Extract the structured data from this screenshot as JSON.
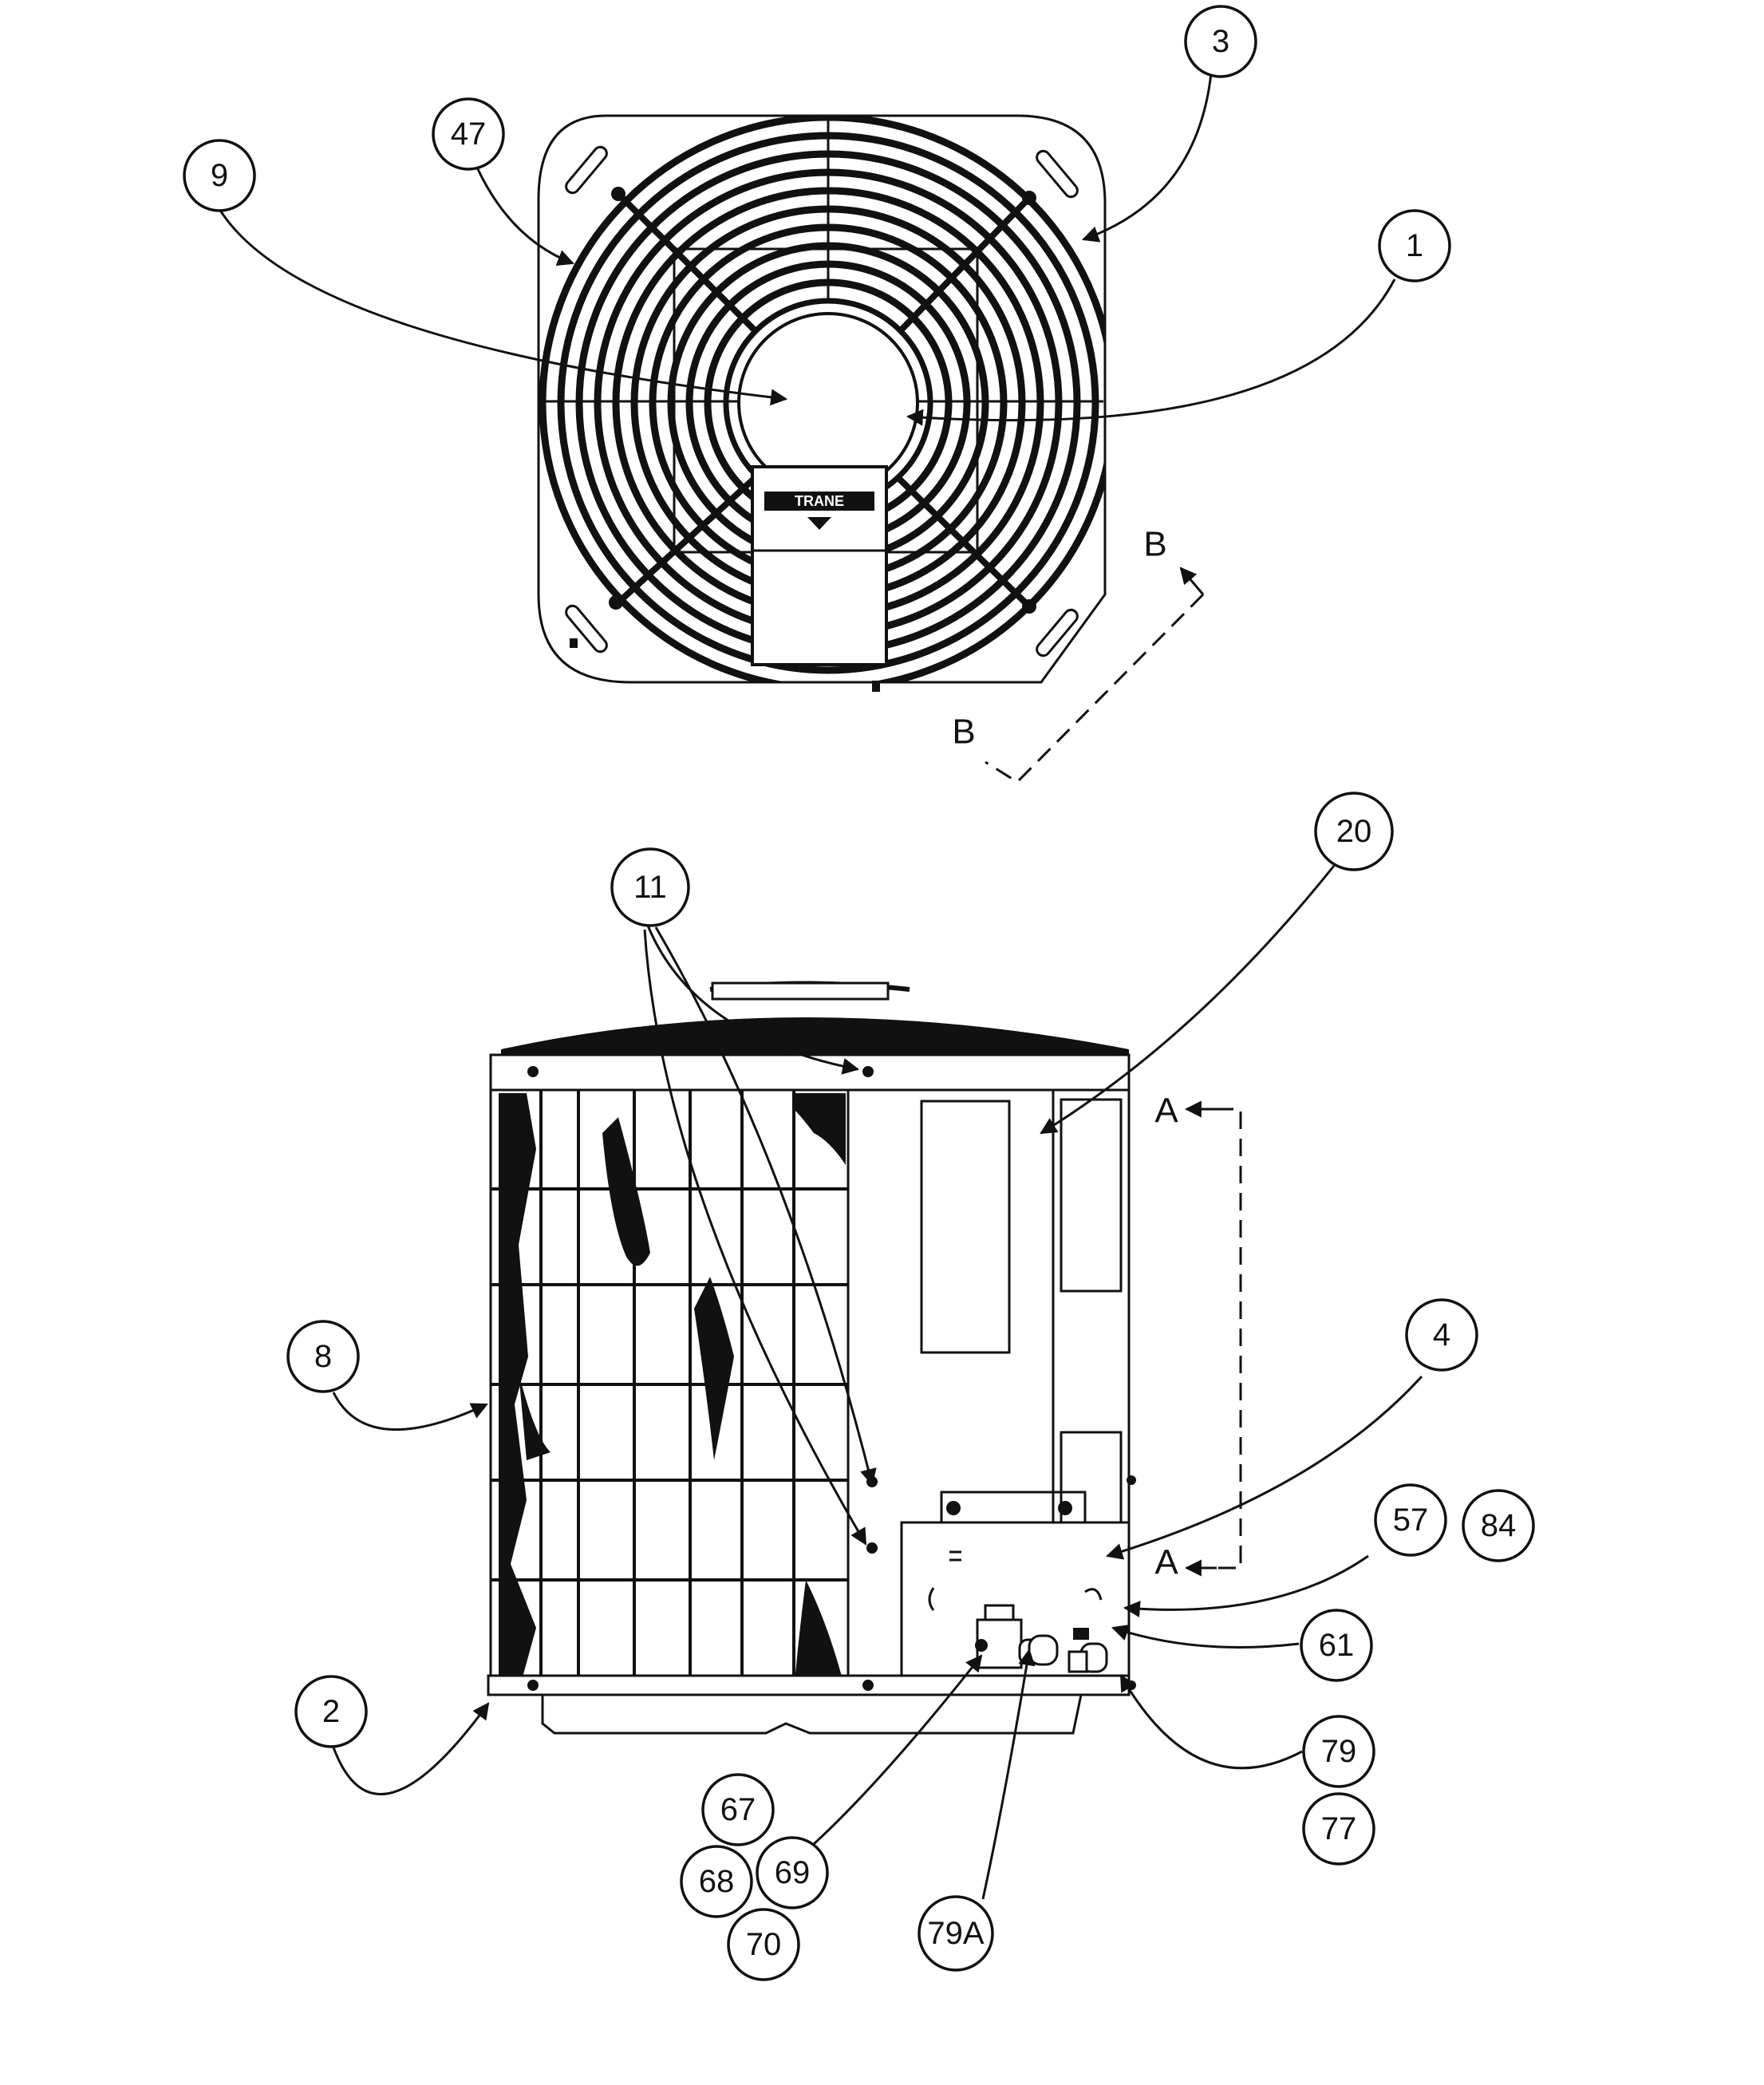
{
  "callouts": {
    "c1": "1",
    "c2": "2",
    "c3": "3",
    "c4": "4",
    "c8": "8",
    "c9": "9",
    "c11": "11",
    "c20": "20",
    "c47": "47",
    "c57": "57",
    "c61": "61",
    "c67": "67",
    "c68": "68",
    "c69": "69",
    "c70": "70",
    "c77": "77",
    "c79": "79",
    "c79a": "79A",
    "c84": "84"
  },
  "section_marks": {
    "a_upper": "A",
    "a_lower": "A",
    "b_upper": "B",
    "b_lower": "B"
  },
  "fan_guard_label": "TRANE"
}
